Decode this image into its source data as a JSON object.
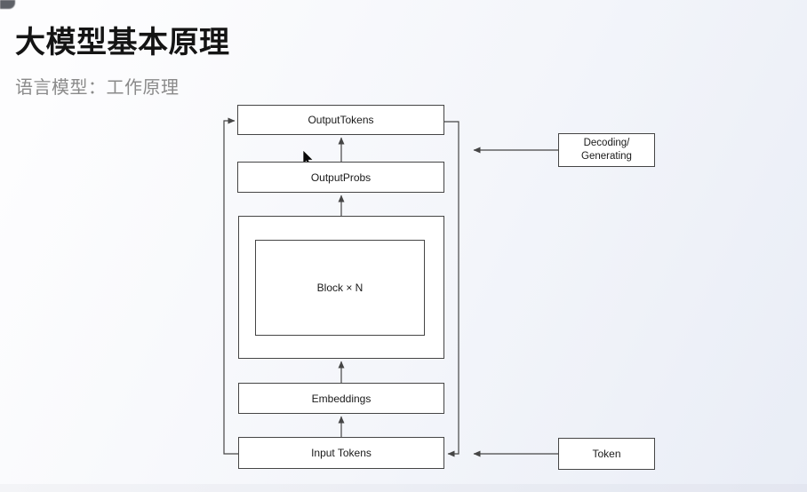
{
  "slide": {
    "title": "大模型基本原理",
    "subtitle": "语言模型：工作原理"
  },
  "diagram": {
    "nodes": {
      "output_tokens": {
        "label": "OutputTokens"
      },
      "output_probs": {
        "label": "OutputProbs"
      },
      "block": {
        "label": "Block × N"
      },
      "embeddings": {
        "label": "Embeddings"
      },
      "input_tokens": {
        "label": "Input Tokens"
      },
      "decoding": {
        "label_line1": "Decoding/",
        "label_line2": "Generating"
      },
      "token": {
        "label": "Token"
      }
    },
    "edges": [
      {
        "from": "input_tokens",
        "to": "embeddings",
        "style": "arrow-up"
      },
      {
        "from": "embeddings",
        "to": "block",
        "style": "arrow-up"
      },
      {
        "from": "block",
        "to": "output_probs",
        "style": "arrow-up"
      },
      {
        "from": "output_probs",
        "to": "output_tokens",
        "style": "arrow-up"
      },
      {
        "from": "input_tokens",
        "to": "output_tokens",
        "style": "feedback-loop-left-side"
      },
      {
        "from": "output_tokens",
        "to": "input_tokens",
        "style": "feedback-loop-right-side"
      },
      {
        "from": "decoding",
        "to": "output-loop",
        "style": "annotation-arrow-left"
      },
      {
        "from": "token",
        "to": "input_tokens",
        "style": "annotation-arrow-left"
      }
    ]
  },
  "icons": {
    "cursor": "mouse-pointer-arrow"
  },
  "colors": {
    "title": "#141414",
    "subtitle": "#8a8a8a",
    "box_border": "#454545",
    "box_fill": "#ffffff",
    "line": "#454545",
    "background_start": "#fdfdfe",
    "background_end": "#e9edf6"
  }
}
